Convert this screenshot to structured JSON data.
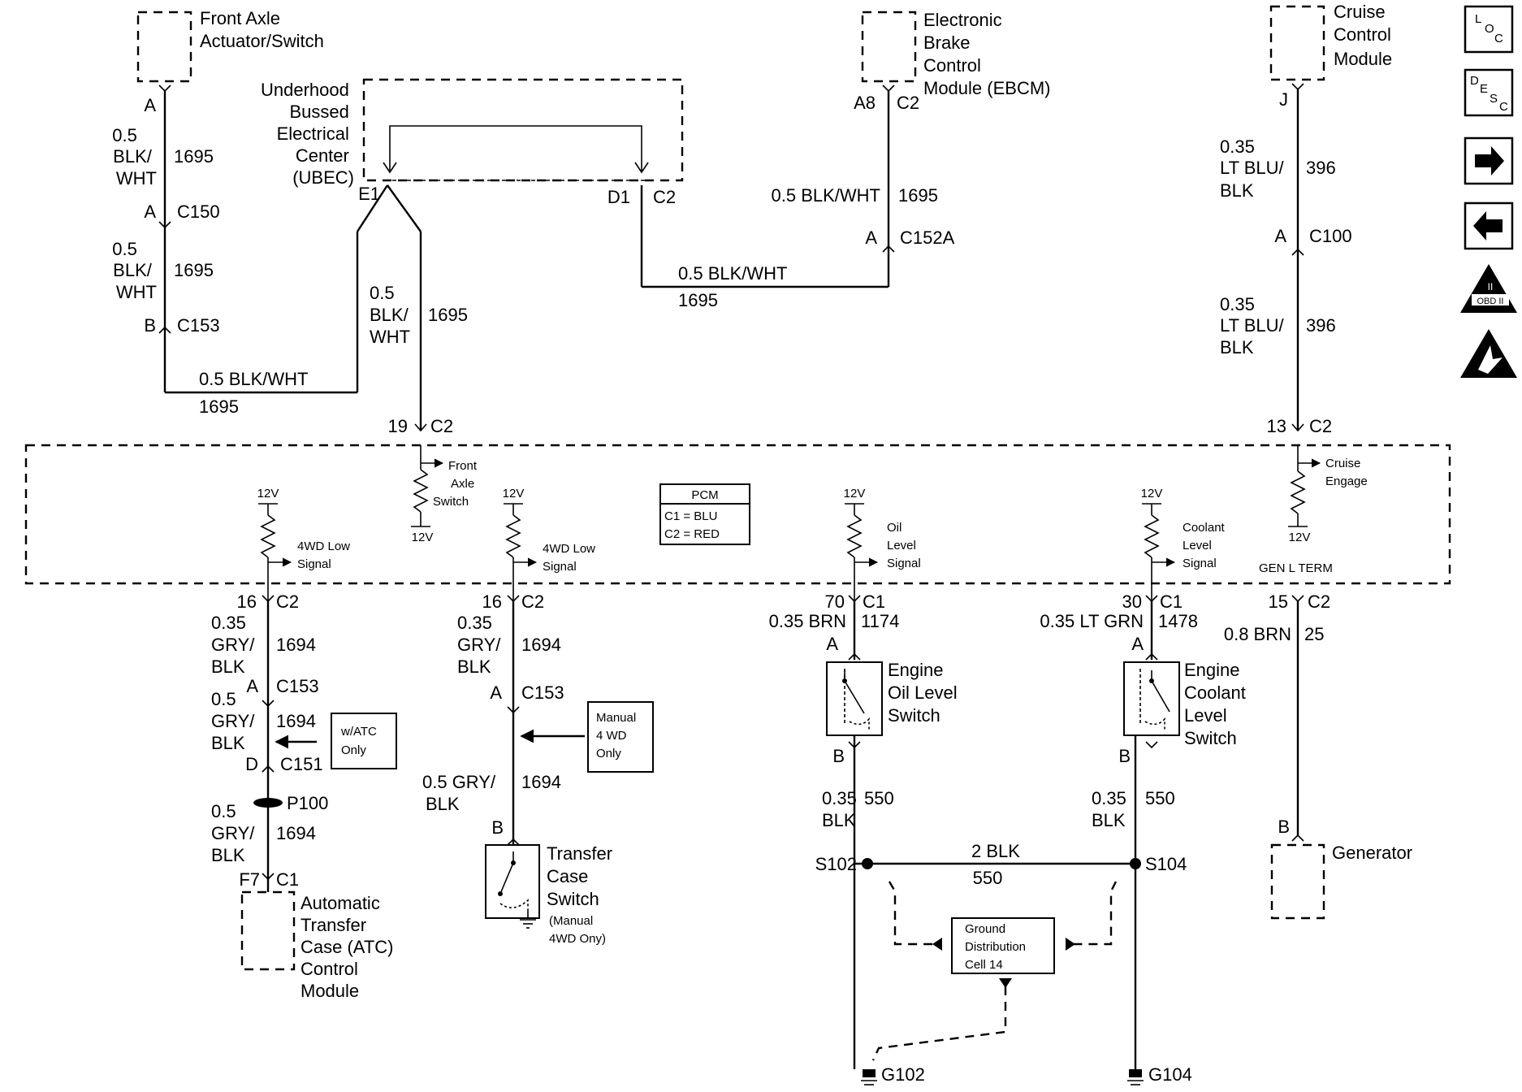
{
  "components": {
    "front_axle_switch": [
      "Front Axle",
      "Actuator/Switch"
    ],
    "ubec": [
      "Underhood",
      "Bussed",
      "Electrical",
      "Center",
      "(UBEC)"
    ],
    "ebcm": [
      "Electronic",
      "Brake",
      "Control",
      "Module (EBCM)"
    ],
    "cruise_module": [
      "Cruise",
      "Control",
      "Module"
    ],
    "atc_module": [
      "Automatic",
      "Transfer",
      "Case (ATC)",
      "Control",
      "Module"
    ],
    "transfer_switch": [
      "Transfer",
      "Case",
      "Switch"
    ],
    "transfer_switch_note": [
      "(Manual",
      "4WD Ony)"
    ],
    "oil_switch": [
      "Engine",
      "Oil Level",
      "Switch"
    ],
    "coolant_switch": [
      "Engine",
      "Coolant",
      "Level",
      "Switch"
    ],
    "generator": "Generator",
    "ground_cell": [
      "Ground",
      "Distribution",
      "Cell 14"
    ],
    "watc_note": [
      "w/ATC",
      "Only"
    ],
    "manual_note": [
      "Manual",
      "4 WD",
      "Only"
    ]
  },
  "pcm": {
    "title": "PCM",
    "legend": [
      "C1 = BLU",
      "C2 = RED"
    ],
    "v12": "12V",
    "front_axle_signal": [
      "Front",
      "Axle",
      "Switch"
    ],
    "fourwd_low": [
      "4WD Low",
      "Signal"
    ],
    "oil_signal": [
      "Oil",
      "Level",
      "Signal"
    ],
    "coolant_signal": [
      "Coolant",
      "Level",
      "Signal"
    ],
    "cruise_engage": [
      "Cruise",
      "Engage"
    ],
    "gen_term": "GEN L TERM"
  },
  "pins": {
    "fa_a": "A",
    "ubec_e1": "E1",
    "ubec_d1": "D1",
    "ubec_c2": "C2",
    "ebcm_a8": "A8",
    "ebcm_c2": "C2",
    "cruise_j": "J",
    "c150_a": "A",
    "c150": "C150",
    "c153_b": "B",
    "c153": "C153",
    "c152a_a": "A",
    "c152a": "C152A",
    "c100_a": "A",
    "c100": "C100",
    "pcm19": "19",
    "pcm19_c2": "C2",
    "pcm13": "13",
    "pcm13_c2": "C2",
    "p16a": "16",
    "p16a_c2": "C2",
    "p16b": "16",
    "p16b_c2": "C2",
    "p70": "70",
    "p70_c1": "C1",
    "p30": "30",
    "p30_c1": "C1",
    "p15": "15",
    "p15_c2": "C2",
    "c153L_a": "A",
    "c153L": "C153",
    "c151_d": "D",
    "c151": "C151",
    "p100": "P100",
    "f7": "F7",
    "f7_c1": "C1",
    "c153M_a": "A",
    "c153M": "C153",
    "tc_b": "B",
    "oil_a": "A",
    "oil_b": "B",
    "cool_a": "A",
    "cool_b": "B",
    "gen_b": "B"
  },
  "wires": {
    "w1": [
      "0.5",
      "BLK/",
      "WHT"
    ],
    "w1c": "1695",
    "w2": [
      "0.5",
      "BLK/",
      "WHT"
    ],
    "w2c": "1695",
    "w3": "0.5 BLK/WHT",
    "w3c": "1695",
    "w4": [
      "0.5",
      "BLK/",
      "WHT"
    ],
    "w4c": "1695",
    "w5": "0.5 BLK/WHT",
    "w5c": "1695",
    "w6": "0.5 BLK/WHT",
    "w6c": "1695",
    "w7": [
      "0.35",
      "LT BLU/",
      "BLK"
    ],
    "w7c": "396",
    "w8": [
      "0.35",
      "LT BLU/",
      "BLK"
    ],
    "w8c": "396",
    "w9": [
      "0.35",
      "GRY/",
      "BLK"
    ],
    "w9c": "1694",
    "w10": [
      "0.5",
      "GRY/",
      "BLK"
    ],
    "w10c": "1694",
    "w11": [
      "0.5",
      "GRY/",
      "BLK"
    ],
    "w11c": "1694",
    "w12": [
      "0.35",
      "GRY/",
      "BLK"
    ],
    "w12c": "1694",
    "w13": [
      "0.5 GRY/",
      "BLK"
    ],
    "w13c": "1694",
    "w14": "0.35 BRN",
    "w14c": "1174",
    "w15": "0.35 LT GRN",
    "w15c": "1478",
    "w16": "0.8 BRN",
    "w16c": "25",
    "w17": [
      "0.35",
      "BLK"
    ],
    "w17c": "550",
    "w18": [
      "0.35",
      "BLK"
    ],
    "w18c": "550",
    "w19": "2 BLK",
    "w19c": "550"
  },
  "splices": {
    "s102": "S102",
    "s104": "S104"
  },
  "grounds": {
    "g102": "G102",
    "g104": "G104"
  },
  "nav": {
    "loc": [
      "L",
      "O",
      "C"
    ],
    "desc": [
      "D",
      "E",
      "S",
      "C"
    ],
    "obd": [
      "II",
      "OBD II"
    ]
  }
}
